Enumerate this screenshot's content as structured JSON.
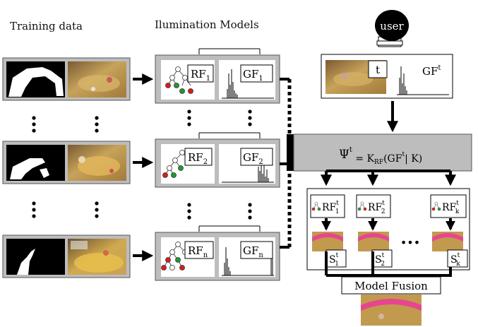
{
  "headers": {
    "training_data": "Training data",
    "illumination_models": "Ilumination Models"
  },
  "user_label": "user",
  "test_frame": {
    "t_label": "t",
    "gf_label": "GF",
    "gf_sup": "t"
  },
  "model_rows": [
    {
      "rf_base": "RF",
      "rf_sub": "1",
      "gf_base": "GF",
      "gf_sub": "1"
    },
    {
      "rf_base": "RF",
      "rf_sub": "2",
      "gf_base": "GF",
      "gf_sub": "2"
    },
    {
      "rf_base": "RF",
      "rf_sub": "n",
      "gf_base": "GF",
      "gf_sub": "n"
    }
  ],
  "psi_formula": {
    "psi": "Ψ",
    "psi_sup": "t",
    "eq": " = K",
    "k_sub": "RF",
    "open": "(GF",
    "gf_sup": "t",
    "rest": "| K)"
  },
  "selected_models": [
    {
      "rf_base": "RF",
      "rf_sub": "1",
      "rf_sup": "t",
      "s_base": "S",
      "s_sub": "1",
      "s_sup": "t"
    },
    {
      "rf_base": "RF",
      "rf_sub": "2",
      "rf_sup": "t",
      "s_base": "S",
      "s_sub": "2",
      "s_sup": "t"
    },
    {
      "rf_base": "RF",
      "rf_sub": "k",
      "rf_sup": "t",
      "s_base": "S",
      "s_sub": "k",
      "s_sup": "t"
    }
  ],
  "ellipsis": "•••",
  "model_fusion": "Model Fusion",
  "colors": {
    "panel_gray": "#bdbdbd",
    "panel_dark": "#6e6e6e",
    "arrow": "#000000",
    "hand_mask": "#ffffff",
    "scene": "#b8964f",
    "skin_overlay": "#e8458f",
    "tree_red": "#d81c1c",
    "tree_green": "#1e9a2e"
  }
}
